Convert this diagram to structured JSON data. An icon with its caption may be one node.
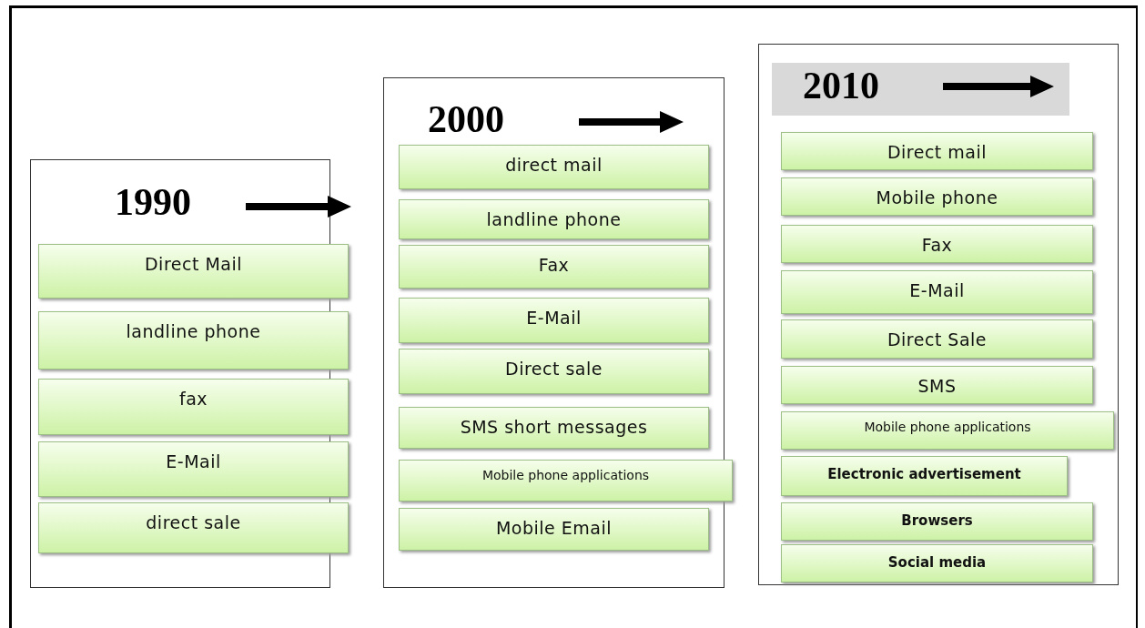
{
  "diagram": {
    "nodes": [
      {
        "text": [
          "1990"
        ]
      },
      {
        "text": [
          "Direct Mail"
        ],
        "in": 0
      },
      {
        "text": [
          "landline phone"
        ],
        "in": 0
      },
      {
        "text": [
          "fax"
        ],
        "in": 0
      },
      {
        "text": [
          "E-Mail"
        ],
        "in": 0
      },
      {
        "text": [
          "direct sale"
        ],
        "in": 0
      },
      {
        "text": [
          "2000"
        ]
      },
      {
        "text": [
          "direct mail"
        ],
        "in": 6
      },
      {
        "text": [
          "landline phone"
        ],
        "in": 6
      },
      {
        "text": [
          "Fax"
        ],
        "in": 6
      },
      {
        "text": [
          "E-Mail"
        ],
        "in": 6
      },
      {
        "text": [
          "Direct sale"
        ],
        "in": 6
      },
      {
        "text": [
          "SMS short messages"
        ],
        "in": 6
      },
      {
        "text": [
          "Mobile phone applications"
        ],
        "in": 6
      },
      {
        "text": [
          "Mobile Email"
        ],
        "in": 6
      },
      {
        "text": [],
        "shape": "box"
      },
      {
        "text": [
          "2010"
        ],
        "in": 15
      },
      {
        "text": [
          "Direct mail"
        ],
        "in": 15
      },
      {
        "text": [
          "Mobile phone"
        ],
        "in": 15
      },
      {
        "text": [
          "Fax"
        ],
        "in": 15
      },
      {
        "text": [
          "E-Mail"
        ],
        "in": 15
      },
      {
        "text": [
          "Direct Sale"
        ],
        "in": 15
      },
      {
        "text": [
          "SMS"
        ],
        "in": 15
      },
      {
        "text": [
          "Mobile phone applications"
        ],
        "in": 15
      },
      {
        "text": [
          "Electronic advertisement"
        ],
        "in": 15
      },
      {
        "text": [
          "Browsers"
        ],
        "in": 15
      },
      {
        "text": [
          "Social media"
        ],
        "in": 15
      }
    ],
    "edges": []
  }
}
